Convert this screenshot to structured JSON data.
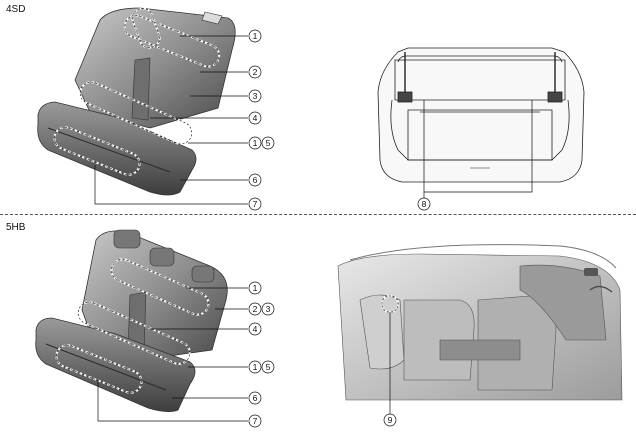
{
  "sections": {
    "top": {
      "label": "4SD"
    },
    "bottom": {
      "label": "5HB"
    }
  },
  "callouts": {
    "c1": "1",
    "c2": "2",
    "c3": "3",
    "c4": "4",
    "c5": "5",
    "c6": "6",
    "c7": "7",
    "c8": "8",
    "c9": "9"
  }
}
